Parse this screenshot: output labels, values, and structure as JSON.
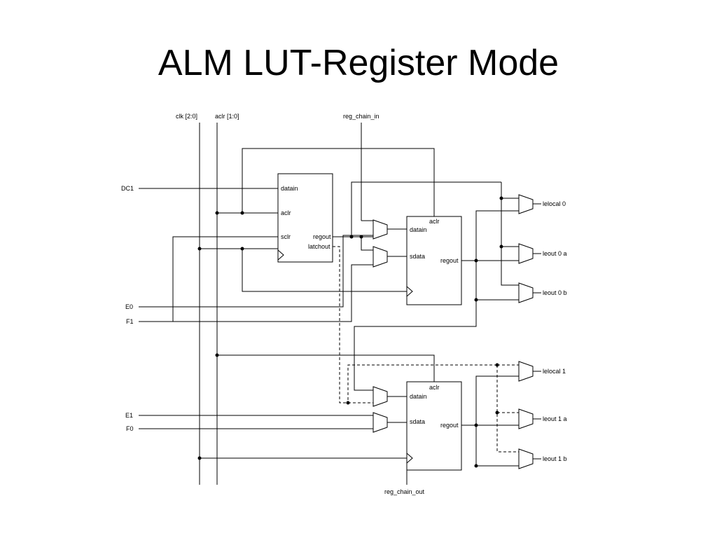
{
  "slide": {
    "title": "ALM LUT-Register Mode"
  },
  "inputs": {
    "clk": "clk [2:0]",
    "aclr": "aclr [1:0]",
    "reg_chain_in": "reg_chain_in",
    "reg_chain_out": "reg_chain_out",
    "dc1": "DC1",
    "e0": "E0",
    "f1": "F1",
    "e1": "E1",
    "f0": "F0"
  },
  "lut_register": {
    "datain": "datain",
    "aclr": "aclr",
    "sclr": "sclr",
    "regout": "regout",
    "latchout": "latchout"
  },
  "register_top": {
    "aclr": "aclr",
    "datain": "datain",
    "sdata": "sdata",
    "regout": "regout"
  },
  "register_bottom": {
    "aclr": "aclr",
    "datain": "datain",
    "sdata": "sdata",
    "regout": "regout"
  },
  "outputs": {
    "lelocal0": "lelocal 0",
    "leout0a": "leout 0 a",
    "leout0b": "leout 0 b",
    "lelocal1": "lelocal 1",
    "leout1a": "leout 1 a",
    "leout1b": "leout 1 b"
  }
}
